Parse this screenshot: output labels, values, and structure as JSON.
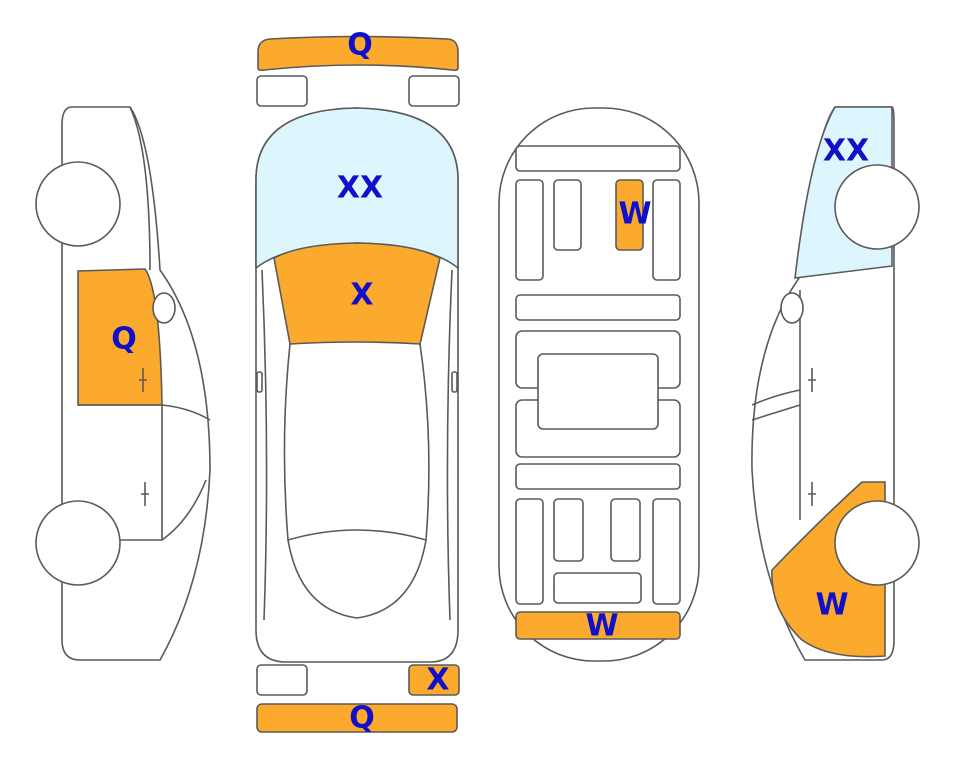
{
  "colors": {
    "orange": "#FBAA2E",
    "light_blue": "#DDF6FD",
    "label": "#1010C8",
    "outline": "#5A5A5A",
    "fill": "#FFFFFF"
  },
  "labels": {
    "front_bumper": "Q",
    "windshield": "XX",
    "hood": "X",
    "roof_panel": "W",
    "trunk_lid": "W",
    "left_front_door": "Q",
    "right_rear_glass": "XX",
    "right_rear_quarter": "W",
    "rear_light_right": "X",
    "rear_bumper": "Q"
  }
}
